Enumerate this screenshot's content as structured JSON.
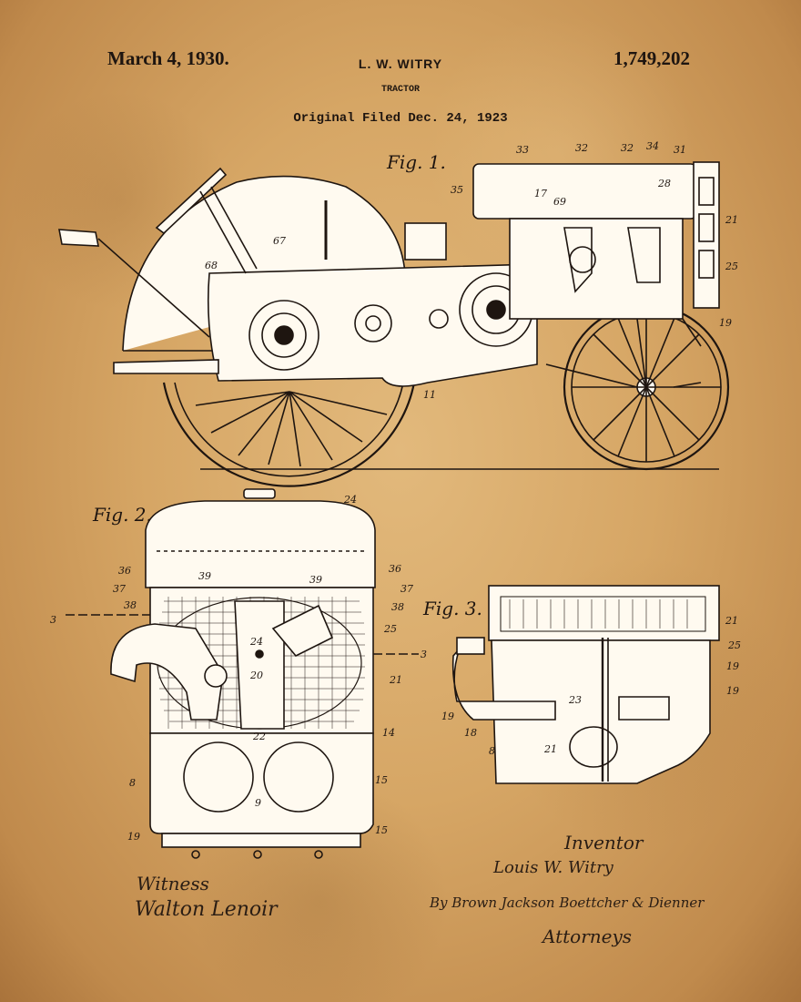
{
  "header": {
    "date": "March 4, 1930.",
    "inventor": "L. W. WITRY",
    "patent_number": "1,749,202",
    "title": "TRACTOR",
    "filed": "Original Filed Dec. 24, 1923"
  },
  "figures": {
    "fig1": "Fig. 1.",
    "fig2": "Fig. 2.",
    "fig3": "Fig. 3."
  },
  "refs": {
    "r33": "33",
    "r32": "32",
    "r34": "34",
    "r31": "31",
    "r35": "35",
    "r17": "17",
    "r69": "69",
    "r28": "28",
    "r68": "68",
    "r67": "67",
    "r11": "11",
    "r21": "21",
    "r25": "25",
    "r19": "19",
    "r24": "24",
    "r37": "37",
    "r38": "38",
    "r39": "39",
    "r36": "36",
    "r14": "14",
    "r15": "15",
    "r22": "22",
    "r9": "9",
    "r8": "8",
    "r18": "18",
    "r23": "23",
    "r20": "20",
    "r3": "3",
    "r3b": "3"
  },
  "signatures": {
    "witness_label": "Witness",
    "witness_sig": "Walton Lenoir",
    "inventor_label": "Inventor",
    "inventor_sig": "Louis W. Witry",
    "by_sig": "By Brown Jackson Boettcher & Dienner",
    "attorneys_label": "Attorneys"
  },
  "colors": {
    "paper": "#d6a665",
    "ink": "#1e1510"
  }
}
